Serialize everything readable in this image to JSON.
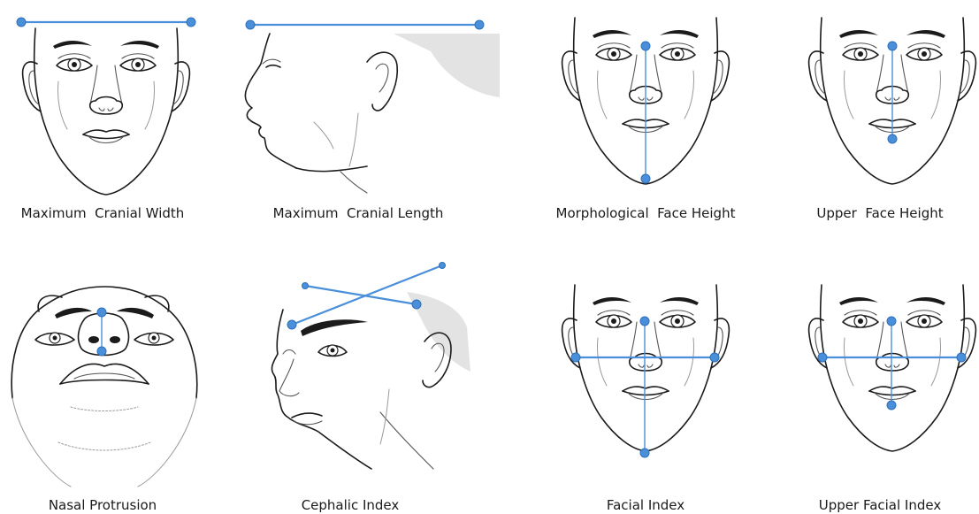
{
  "figure": {
    "panels": [
      {
        "caption": "Maximum  Cranial Width"
      },
      {
        "caption": "Maximum  Cranial Length"
      },
      {
        "caption": "Morphological  Face Height"
      },
      {
        "caption": "Upper  Face Height"
      },
      {
        "caption": "Nasal Protrusion"
      },
      {
        "caption": "Cephalic Index"
      },
      {
        "caption": "Facial Index"
      },
      {
        "caption": "Upper Facial Index"
      }
    ]
  },
  "colors": {
    "measurement": "#4a8fd9",
    "outline": "#1b1b1b",
    "hair_shade": "#e3e3e3"
  }
}
